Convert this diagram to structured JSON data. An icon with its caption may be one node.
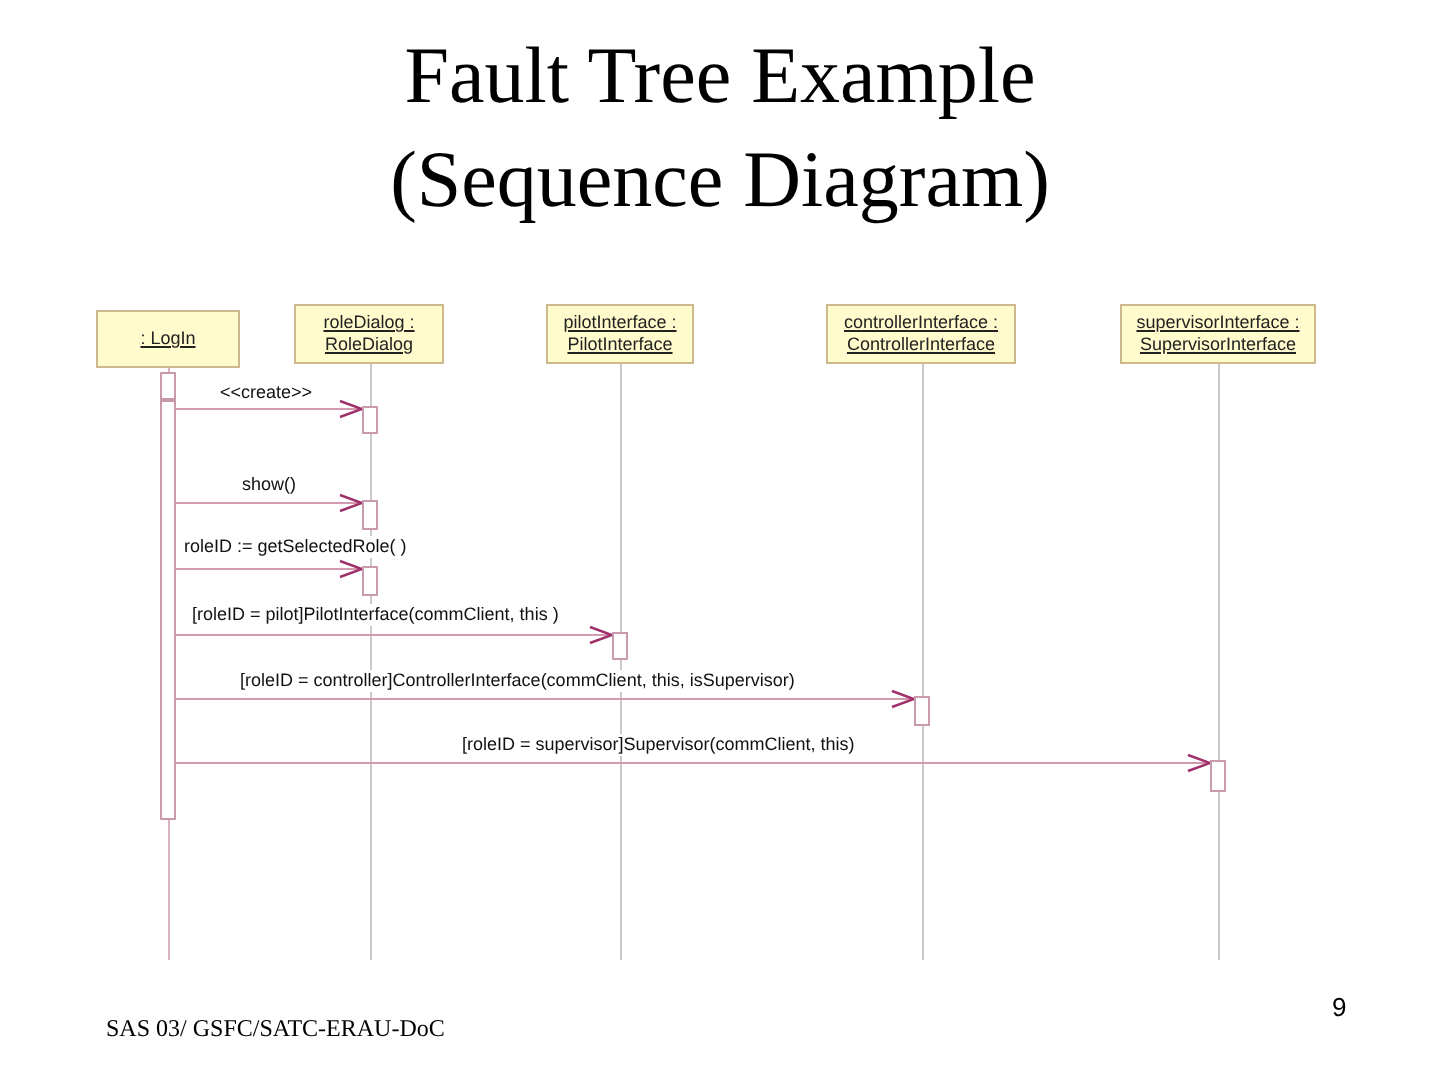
{
  "diagram": {
    "title": "Fault Tree Example (Sequence Diagram)",
    "nodes": [
      {
        "text": [
          ": LogIn"
        ]
      },
      {
        "text": [
          "roleDialog : RoleDialog"
        ]
      },
      {
        "text": [
          "pilotInterface : PilotInterface"
        ]
      },
      {
        "text": [
          "controllerInterface : ControllerInterface"
        ]
      },
      {
        "text": [
          "supervisorInterface : SupervisorInterface"
        ]
      },
      {
        "text": [],
        "shape": "bar"
      },
      {
        "text": [],
        "shape": "bar"
      },
      {
        "text": [],
        "shape": "bar"
      },
      {
        "text": [],
        "shape": "bar"
      },
      {
        "text": [],
        "shape": "bar"
      },
      {
        "text": [],
        "shape": "bar"
      },
      {
        "text": [],
        "shape": "bar"
      },
      {
        "text": [],
        "shape": "bar"
      }
    ],
    "edges": [
      {
        "from": 6,
        "to": 7,
        "arrow": "to",
        "label": "<<create>>"
      },
      {
        "from": 6,
        "to": 8,
        "arrow": "to",
        "label": "show()"
      },
      {
        "from": 6,
        "to": 9,
        "arrow": "to",
        "label": "roleID := getSelectedRole( )"
      },
      {
        "from": 6,
        "to": 10,
        "arrow": "to",
        "label": "[roleID = pilot]PilotInterface(commClient, this )"
      },
      {
        "from": 6,
        "to": 11,
        "arrow": "to",
        "label": "[roleID = controller]ControllerInterface(commClient, this, isSupervisor)"
      },
      {
        "from": 6,
        "to": 12,
        "arrow": "to",
        "label": "[roleID = supervisor]Supervisor(commClient, this)"
      }
    ],
    "labels": [
      "SAS 03/ GSFC/SATC-ERAU-DoC",
      "9"
    ]
  }
}
